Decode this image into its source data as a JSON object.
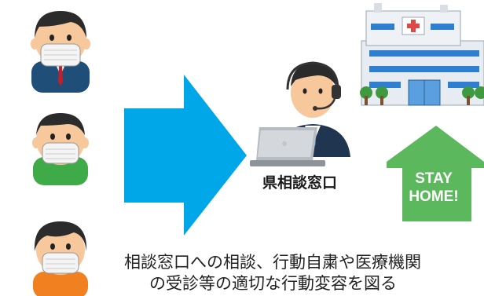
{
  "center": {
    "label": "県相談窓口"
  },
  "stay_home": {
    "line1": "STAY",
    "line2": "HOME!"
  },
  "caption": {
    "line1": "相談窓口への相談、行動自粛や医療機関",
    "line2": "の受診等の適切な行動変容を図る"
  },
  "colors": {
    "arrow": "#00a7e8",
    "house": "#5cb85c",
    "skin": "#f6c89b",
    "hair": "#2b2b2b",
    "mask": "#f4f4f4",
    "shirt_top": "#1f4e79",
    "shirt_middle": "#3eaa48",
    "shirt_bottom": "#f08020"
  }
}
